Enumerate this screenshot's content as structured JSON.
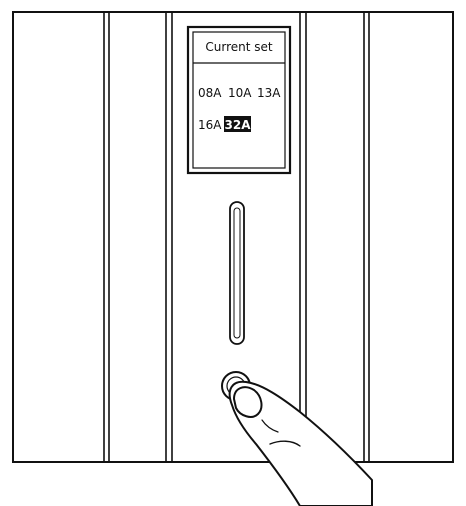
{
  "display": {
    "title": "Current set",
    "options_row1": [
      "08A",
      "10A",
      "13A"
    ],
    "options_row2": [
      "16A",
      "32A"
    ],
    "selected": "32A"
  },
  "colors": {
    "line": "#111111",
    "background": "#ffffff",
    "highlight": "#111111"
  }
}
